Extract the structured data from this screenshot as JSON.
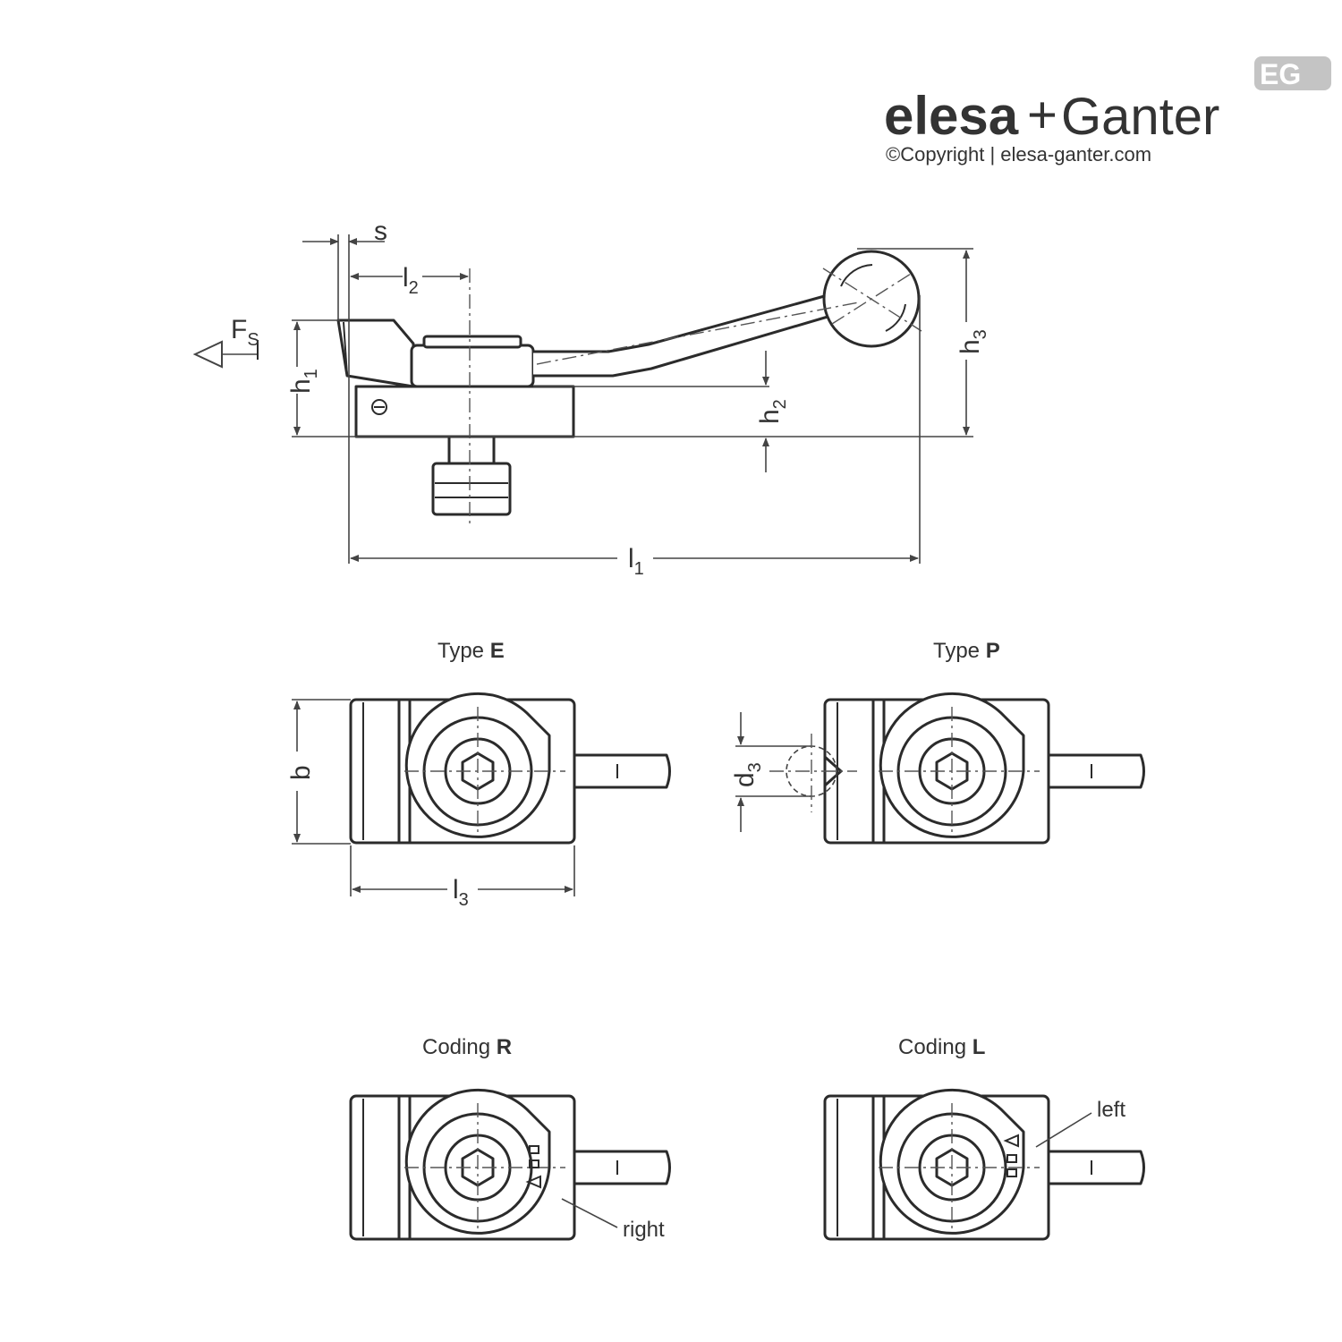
{
  "brand": {
    "name_part1": "elesa",
    "plus": "+",
    "name_part2": "Ganter",
    "copyright": "©Copyright | elesa-ganter.com",
    "logo_mark": "EG"
  },
  "views": {
    "type_e": {
      "caption_prefix": "Type ",
      "caption_bold": "E"
    },
    "type_p": {
      "caption_prefix": "Type ",
      "caption_bold": "P"
    },
    "coding_r": {
      "caption_prefix": "Coding ",
      "caption_bold": "R",
      "note": "right"
    },
    "coding_l": {
      "caption_prefix": "Coding ",
      "caption_bold": "L",
      "note": "left"
    }
  },
  "dimensions": {
    "s": "s",
    "l2": {
      "main": "l",
      "sub": "2"
    },
    "fs": {
      "main": "F",
      "sub": "S"
    },
    "h1": {
      "main": "h",
      "sub": "1"
    },
    "h2": {
      "main": "h",
      "sub": "2"
    },
    "h3": {
      "main": "h",
      "sub": "3"
    },
    "l1": {
      "main": "l",
      "sub": "1"
    },
    "b": "b",
    "d3": {
      "main": "d",
      "sub": "3"
    },
    "l3": {
      "main": "l",
      "sub": "3"
    }
  }
}
